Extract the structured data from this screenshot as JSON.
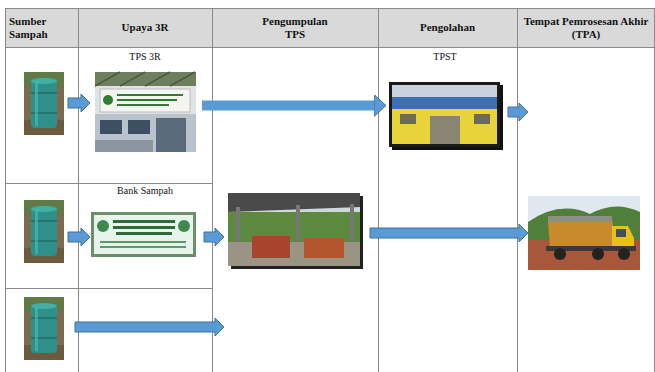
{
  "diagram": {
    "nodes": [
      {
        "text": [
          "TPS 3R"
        ]
      },
      {
        "text": [
          "TPST"
        ]
      },
      {
        "text": [
          "Bank Sampah"
        ]
      }
    ],
    "edges": [
      {
        "from": 0,
        "to": 1,
        "arrow": "to"
      }
    ],
    "labels": [
      "Sumber Sampah",
      "Upaya 3R",
      "Pengumpulan TPS",
      "Pengolahan",
      "Tempat Pemrosesan Akhir (TPA)"
    ]
  }
}
